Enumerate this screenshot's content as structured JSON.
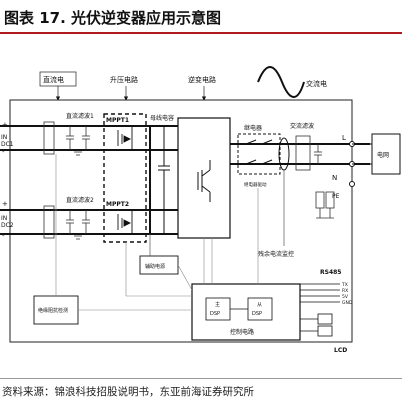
{
  "figure": {
    "title": "图表 17. 光伏逆变器应用示意图",
    "source": "资料来源：锦浪科技招股说明书，东亚前海证券研究所"
  },
  "diagram": {
    "dc_section": "直流电",
    "boost_circuit": "升压电路",
    "inverter_circuit": "逆变电路",
    "ac_section": "交流电",
    "dc_filter_1": "直流滤波1",
    "dc_filter_2": "直流滤波2",
    "mppt1": "MPPT1",
    "mppt2": "MPPT2",
    "bus_capacitor": "母线电容",
    "relay": "继电器",
    "ac_filter": "交流滤波",
    "relay_drive": "继电器驱动",
    "grid": "电网",
    "aux_power": "辅助电源",
    "residual_current": "残余电流监控",
    "insulation_detect": "绝缘阻抗检测",
    "control_circuit": "控制电路",
    "main_dsp": "主",
    "slave_dsp": "从",
    "dsp": "DSP",
    "rs485": "RS485",
    "rs485_pins": [
      "TX",
      "RX",
      "5V",
      "GND"
    ],
    "lcd": "LCD",
    "pv1_plus": "+",
    "pv1_label": "IN",
    "pv1_dc": "DC1",
    "pv1_minus": "-",
    "pv2_plus": "+",
    "pv2_label": "IN",
    "pv2_dc": "DC2",
    "pv2_minus": "-",
    "line_L": "L",
    "line_N": "N",
    "line_PE": "PE"
  }
}
